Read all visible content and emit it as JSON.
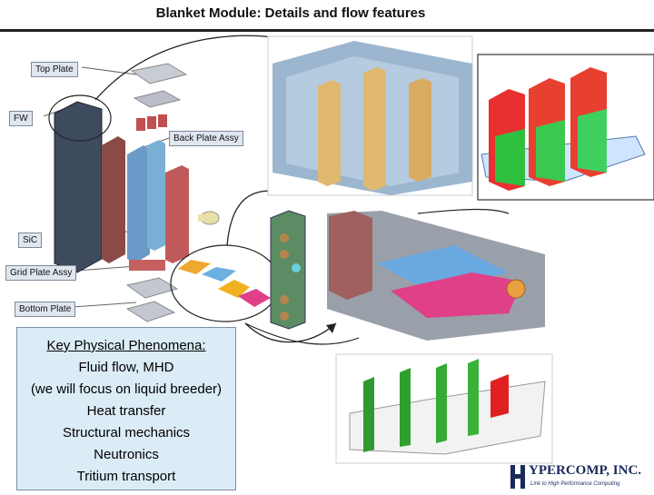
{
  "title": "Blanket Module: Details and flow features",
  "labels": {
    "top_plate": "Top Plate",
    "fw": "FW",
    "back_plate_assy": "Back Plate Assy",
    "sic": "SiC",
    "grid_plate_assy": "Grid Plate Assy",
    "bottom_plate": "Bottom Plate"
  },
  "phenomena": {
    "heading": "Key Physical Phenomena:",
    "items": [
      "Fluid flow, MHD",
      "(we will focus on liquid breeder)",
      "Heat transfer",
      "Structural mechanics",
      "Neutronics",
      "Tritium transport"
    ]
  },
  "logo": {
    "text": "YPERCOMP, INC.",
    "tagline": "Link to High Performance Computing"
  }
}
